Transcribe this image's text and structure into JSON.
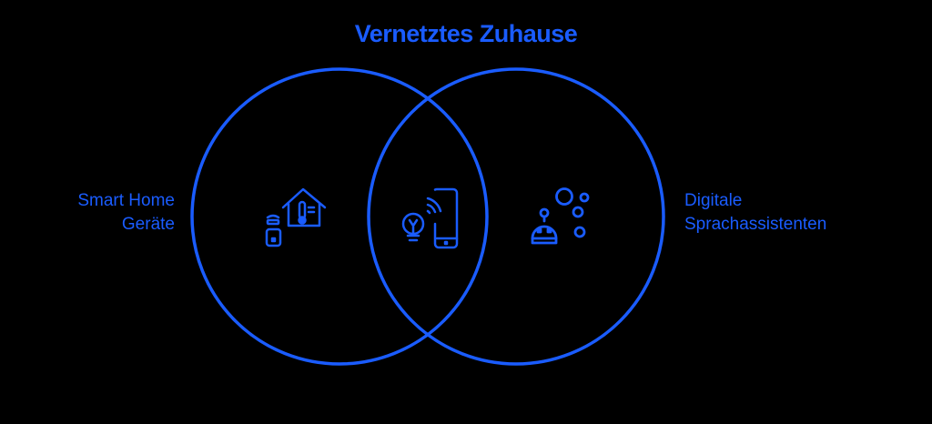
{
  "title": "Vernetztes Zuhause",
  "sets": [
    {
      "label_line1": "Smart Home",
      "label_line2": "Geräte",
      "icon": "smart-home-devices-icon"
    },
    {
      "label_line1": "Digitale",
      "label_line2": "Sprachassistenten",
      "icon": "voice-assistant-robot-icon"
    }
  ],
  "intersection": {
    "icon": "smartphone-smart-bulb-icon"
  },
  "colors": {
    "accent": "#1a5cff",
    "background": "#000000"
  }
}
